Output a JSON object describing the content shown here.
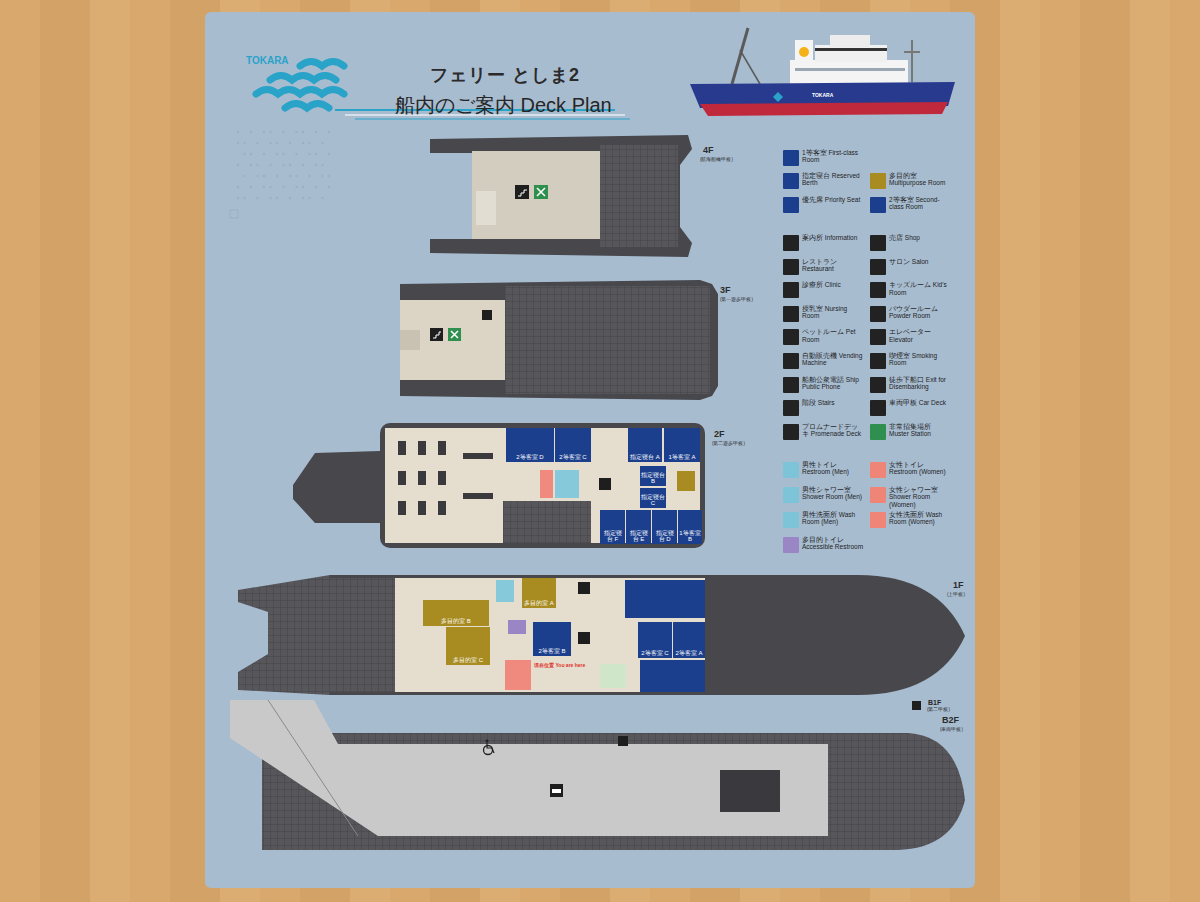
{
  "diagram": {
    "title": "フェリー としま2",
    "nodes": [
      {
        "text": [
          "4F",
          "(航海船橋甲板)"
        ]
      },
      {
        "text": [
          "3F",
          "(第一遊歩甲板)"
        ]
      },
      {
        "text": [
          "2F",
          "(第二遊歩甲板)"
        ]
      },
      {
        "text": [
          "2等客室 D"
        ],
        "in": 2
      },
      {
        "text": [
          "2等客室 C"
        ],
        "in": 2
      },
      {
        "text": [
          "指定寝台 A"
        ],
        "in": 2
      },
      {
        "text": [
          "1等客室 A"
        ],
        "in": 2
      },
      {
        "text": [
          "指定寝台 B"
        ],
        "in": 2
      },
      {
        "text": [
          "指定寝台 C"
        ],
        "in": 2
      },
      {
        "text": [
          "指定寝台 F"
        ],
        "in": 2
      },
      {
        "text": [
          "指定寝台 E"
        ],
        "in": 2
      },
      {
        "text": [
          "指定寝台 D"
        ],
        "in": 2
      },
      {
        "text": [
          "1等客室 B"
        ],
        "in": 2
      },
      {
        "text": [
          "1F",
          "(上甲板)"
        ]
      },
      {
        "text": [
          "多目的室 A"
        ],
        "in": 13
      },
      {
        "text": [
          "多目的室 B"
        ],
        "in": 13
      },
      {
        "text": [
          "多目的室 C"
        ],
        "in": 13
      },
      {
        "text": [
          "2等客室 B"
        ],
        "in": 13
      },
      {
        "text": [
          "2等客室 C"
        ],
        "in": 13
      },
      {
        "text": [
          "2等客室 A"
        ],
        "in": 13
      },
      {
        "text": [
          "B2F",
          "(車両甲板)"
        ]
      }
    ],
    "labels": [
      "TOKARA",
      "船内のご案内 Deck Plan",
      "TOKARA",
      "現在位置 You are here",
      "B1F",
      "(第二甲板)"
    ],
    "legend": [
      {
        "text": "1等客室 First-class Room",
        "color": "#1c3f8d"
      },
      {
        "text": "指定寝台 Reserved Berth",
        "color": "#1c3f8d"
      },
      {
        "text": "多目的室 Multipurpose Room",
        "color": "#a88c22"
      },
      {
        "text": "優先席 Priority Seat",
        "color": "#1c3f8d"
      },
      {
        "text": "2等客室 Second-class Room",
        "color": "#1c3f8d"
      },
      {
        "text": "案内所 Information",
        "color": "#222222"
      },
      {
        "text": "売店 Shop",
        "color": "#222222"
      },
      {
        "text": "レストラン Restaurant",
        "color": "#222222"
      },
      {
        "text": "サロン Salon",
        "color": "#222222"
      },
      {
        "text": "診療所 Clinic",
        "color": "#222222"
      },
      {
        "text": "キッズルーム Kid's Room",
        "color": "#222222"
      },
      {
        "text": "授乳室 Nursing Room",
        "color": "#222222"
      },
      {
        "text": "パウダールーム Powder Room",
        "color": "#222222"
      },
      {
        "text": "ペットルーム Pet Room",
        "color": "#222222"
      },
      {
        "text": "エレベーター Elevator",
        "color": "#222222"
      },
      {
        "text": "自動販売機 Vending Machine",
        "color": "#222222"
      },
      {
        "text": "喫煙室 Smoking Room",
        "color": "#222222"
      },
      {
        "text": "船舶公衆電話 Ship Public Phone",
        "color": "#222222"
      },
      {
        "text": "徒歩下船口 Exit for Disembarking",
        "color": "#222222"
      },
      {
        "text": "階段 Stairs",
        "color": "#222222"
      },
      {
        "text": "車両甲板 Car Deck",
        "color": "#222222"
      },
      {
        "text": "プロムナードデッキ Promenade Deck",
        "color": "#222222"
      },
      {
        "text": "非常招集場所 Muster Station",
        "color": "#2f8f4e"
      },
      {
        "text": "男性トイレ Restroom (Men)",
        "color": "#7ec4d8"
      },
      {
        "text": "女性トイレ Restroom (Women)",
        "color": "#ef8577"
      },
      {
        "text": "男性シャワー室 Shower Room (Men)",
        "color": "#7ec4d8"
      },
      {
        "text": "女性シャワー室 Shower Room (Women)",
        "color": "#ef8577"
      },
      {
        "text": "男性洗面所 Wash Room (Men)",
        "color": "#7ec4d8"
      },
      {
        "text": "女性洗面所 Wash Room (Women)",
        "color": "#ef8577"
      },
      {
        "text": "多目的トイレ Accessible Restroom",
        "color": "#9a86c4"
      }
    ]
  }
}
